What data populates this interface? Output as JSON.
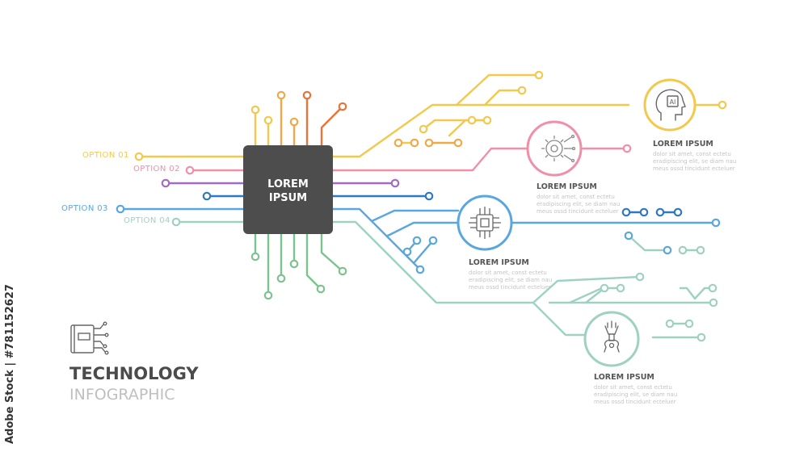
{
  "chip": {
    "line1": "LOREM",
    "line2": "IPSUM"
  },
  "options": [
    {
      "label": "OPTION 01",
      "color": "#f2c94c"
    },
    {
      "label": "OPTION 02",
      "color": "#f08fa8"
    },
    {
      "label": "OPTION 03",
      "color": "#5aa7e0"
    },
    {
      "label": "OPTION 04",
      "color": "#9fd1c2"
    }
  ],
  "nodes": [
    {
      "title": "LOREM IPSUM",
      "lines": [
        "dolor sit amet, const ectetu",
        "eradipiscing elit, se diam nau",
        "meus ossd tincidunt ecteluer"
      ],
      "icon": "ai-head-icon"
    },
    {
      "title": "LOREM IPSUM",
      "lines": [
        "dolor sit amet, const ectetu",
        "eradipiscing elit, se diam nau",
        "meus ossd tincidunt ecteluer"
      ],
      "icon": "gear-circuit-icon"
    },
    {
      "title": "LOREM IPSUM",
      "lines": [
        "dolor sit amet, const ectetu",
        "eradipiscing elit, se diam nau",
        "meus ossd tincidunt ecteluer"
      ],
      "icon": "microchip-icon"
    },
    {
      "title": "LOREM IPSUM",
      "lines": [
        "dolor sit amet, const ectetu",
        "eradipiscing elit, se diam nau",
        "meus ossd tincidunt ecteluer"
      ],
      "icon": "robot-arm-icon"
    }
  ],
  "title": {
    "main": "TECHNOLOGY",
    "sub": "INFOGRAPHIC"
  },
  "side_credit": "Adobe Stock | #781152627",
  "colors": {
    "yellow": "#f2c94c",
    "orange": "#e8743b",
    "amber": "#f0a848",
    "pink": "#f08fa8",
    "purple": "#a36bbf",
    "blue": "#2f79c0",
    "lightblue": "#5aa7e0",
    "teal": "#9fd1c2",
    "green": "#7cc38f",
    "chip": "#4d4d4d"
  }
}
